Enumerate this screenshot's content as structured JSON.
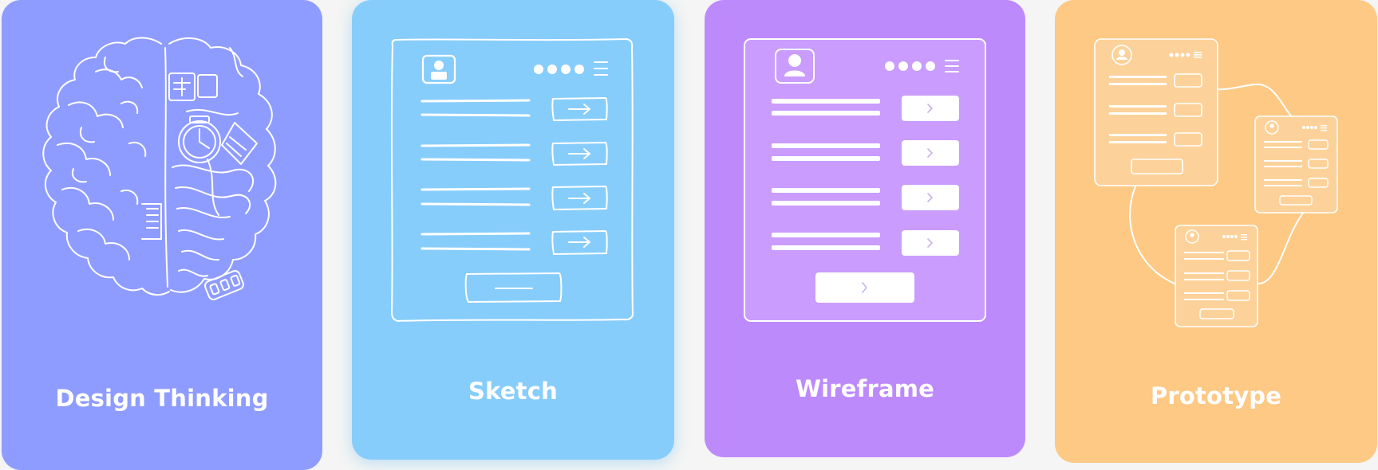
{
  "cards": [
    {
      "title": "Design Thinking",
      "color": "#8f9cff",
      "icon": "brain-icon"
    },
    {
      "title": "Sketch",
      "color": "#87cdfb",
      "icon": "sketch-mockup-icon"
    },
    {
      "title": "Wireframe",
      "color": "#bd8afc",
      "icon": "wireframe-mockup-icon"
    },
    {
      "title": "Prototype",
      "color": "#fdc985",
      "icon": "prototype-flow-icon"
    }
  ]
}
